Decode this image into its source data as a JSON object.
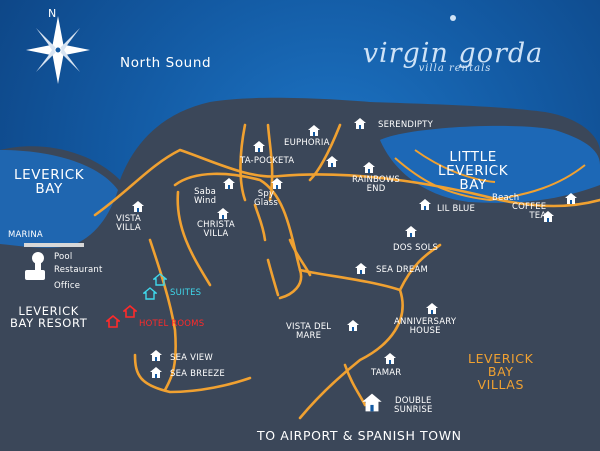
{
  "map": {
    "compass_letter": "N",
    "brand": {
      "name": "virgin gorda",
      "subtitle": "villa rentals"
    },
    "water_labels": {
      "north_sound": "North Sound",
      "leverick_bay": "LEVERICK\nBAY",
      "little_leverick_bay": "LITTLE\nLEVERICK\nBAY",
      "marina": "MARINA",
      "beach": "Beach"
    },
    "places": {
      "serendipty": "SERENDIPTY",
      "euphoria": "EUPHORIA",
      "ta_pocketa": "TA-POCKETA",
      "rainbows_end": "RAINBOWS\nEND",
      "lil_blue": "LIL BLUE",
      "coffee_tea": "COFFEE\nTEA",
      "saba_wind": "Saba\nWind",
      "spy_glass": "Spy\nGlass",
      "vista_villa": "VISTA\nVILLA",
      "christa_villa": "CHRISTA\nVILLA",
      "dos_sols": "DOS SOLS",
      "sea_dream": "SEA DREAM",
      "anniversary_house": "ANNIVERSARY\nHOUSE",
      "vista_del_mare": "VISTA DEL\nMARE",
      "tamar": "TAMAR",
      "double_sunrise": "DOUBLE\nSUNRISE",
      "sea_view": "SEA VIEW",
      "sea_breeze": "SEA BREEZE",
      "suites": "SUITES",
      "hotel_rooms": "HOTEL ROOMS"
    },
    "amenities": {
      "pool": "Pool",
      "restaurant": "Restaurant",
      "office": "Office"
    },
    "resort_label": "LEVERICK\nBAY RESORT",
    "villas_label": "LEVERICK\nBAY\nVILLAS",
    "road_to": "TO AIRPORT & SPANISH TOWN",
    "colors": {
      "ocean": "#135aa3",
      "land": "#3a4658",
      "road": "#f0a131",
      "suites": "#3fd7ea",
      "hotel": "#ff2a2a"
    }
  }
}
